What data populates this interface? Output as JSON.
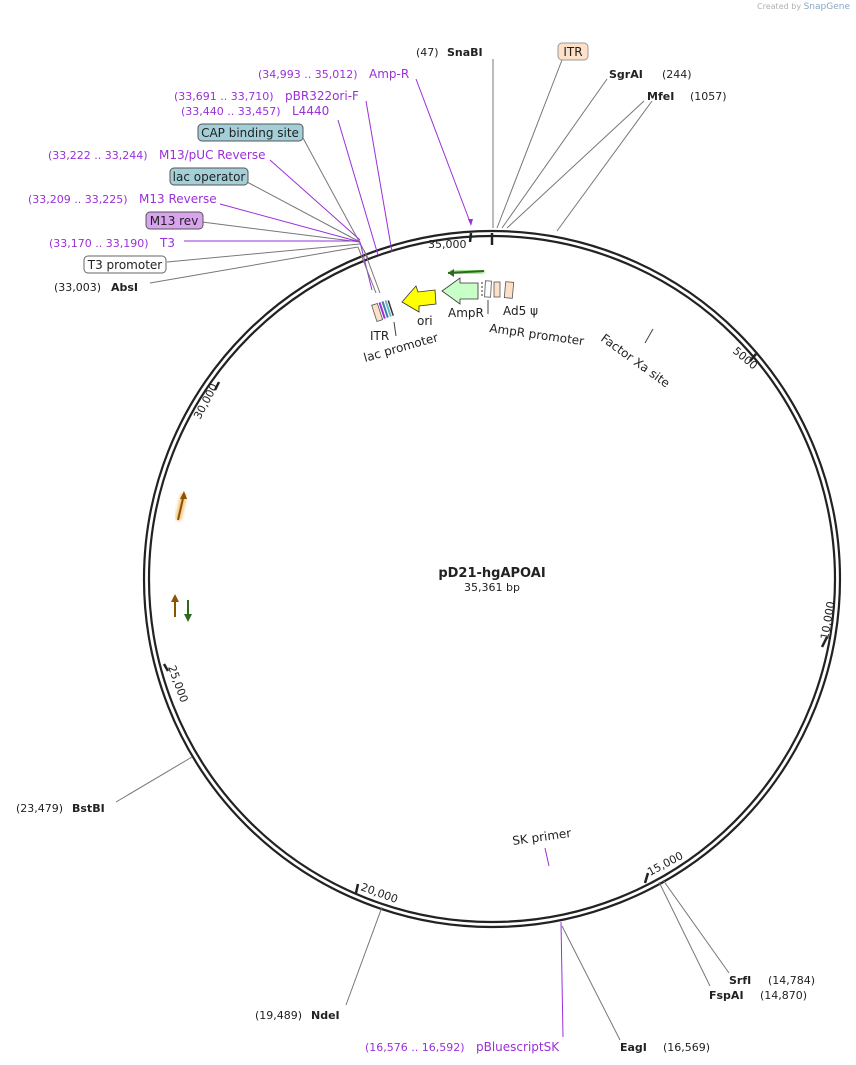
{
  "header": {
    "credit_prefix": "Created by",
    "credit_brand": "SnapGene"
  },
  "plasmid": {
    "name": "pD21-hgAPOAI",
    "length_label": "35,361 bp"
  },
  "ticks": [
    "35,000",
    "5000",
    "10,000",
    "15,000",
    "20,000",
    "25,000",
    "30,000"
  ],
  "enzymes": [
    {
      "name": "SnaBI",
      "pos": "(47)"
    },
    {
      "name": "SgrAI",
      "pos": "(244)"
    },
    {
      "name": "MfeI",
      "pos": "(1057)"
    },
    {
      "name": "SrfI",
      "pos": "(14,784)"
    },
    {
      "name": "FspAI",
      "pos": "(14,870)"
    },
    {
      "name": "EagI",
      "pos": "(16,569)"
    },
    {
      "name": "NdeI",
      "pos": "(19,489)"
    },
    {
      "name": "BstBI",
      "pos": "(23,479)"
    },
    {
      "name": "AbsI",
      "pos": "(33,003)"
    }
  ],
  "primers": [
    {
      "range": "(34,993 .. 35,012)",
      "name": "Amp-R"
    },
    {
      "range": "(33,691 .. 33,710)",
      "name": "pBR322ori-F"
    },
    {
      "range": "(33,440 .. 33,457)",
      "name": "L4440"
    },
    {
      "range": "(33,222 .. 33,244)",
      "name": "M13/pUC Reverse"
    },
    {
      "range": "(33,209 .. 33,225)",
      "name": "M13 Reverse"
    },
    {
      "range": "(33,170 .. 33,190)",
      "name": "T3"
    },
    {
      "range": "(16,576 .. 16,592)",
      "name": "pBluescriptSK"
    }
  ],
  "boxed_features": {
    "itr_top": "ITR",
    "cap": "CAP binding site",
    "lac_operator": "lac operator",
    "m13_rev": "M13 rev",
    "t3_promoter": "T3 promoter"
  },
  "inner_labels": {
    "itr": "ITR",
    "lac_promoter": "lac promoter",
    "ori": "ori",
    "ampr": "AmpR",
    "ad5": "Ad5 ψ",
    "ampr_promoter": "AmpR promoter",
    "factor_xa": "Factor Xa site",
    "sk_primer": "SK primer"
  },
  "colors": {
    "primer": "#9b30d9",
    "itr_fill": "#fde0c8",
    "cap_fill": "#a3cfd8",
    "m13rev_fill": "#d9a3f0",
    "ori_fill": "#ffff00",
    "ampr_fill": "#c8ffc8",
    "arrow_orange": "#e88a00",
    "arrow_green": "#2e9a1e"
  }
}
